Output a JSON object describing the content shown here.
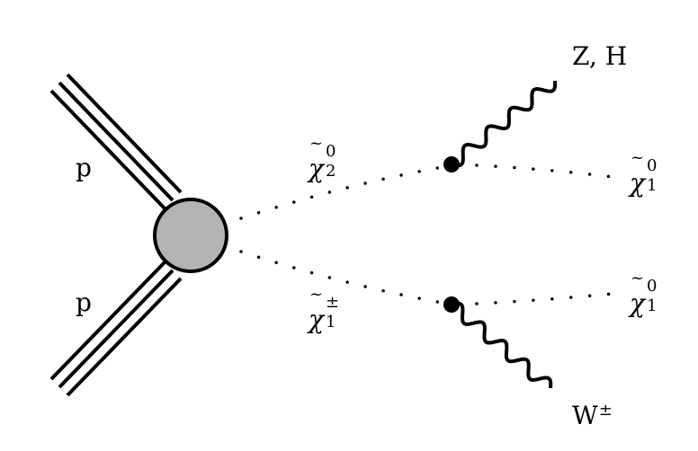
{
  "diagram": {
    "type": "feynman",
    "incoming": [
      {
        "label": "p"
      },
      {
        "label": "p"
      }
    ],
    "intermediate": [
      {
        "symbol": "χ",
        "tilde": "~",
        "sup": "0",
        "sub": "2"
      },
      {
        "symbol": "χ",
        "tilde": "~",
        "sup": "±",
        "sub": "1"
      }
    ],
    "bosons": [
      {
        "label": "Z, H"
      },
      {
        "label_base": "W",
        "label_sup": "±"
      }
    ],
    "lsp": [
      {
        "symbol": "χ",
        "tilde": "~",
        "sup": "0",
        "sub": "1"
      },
      {
        "symbol": "χ",
        "tilde": "~",
        "sup": "0",
        "sub": "1"
      }
    ],
    "colors": {
      "blob": "#b3b3b3",
      "line": "#000000"
    }
  }
}
